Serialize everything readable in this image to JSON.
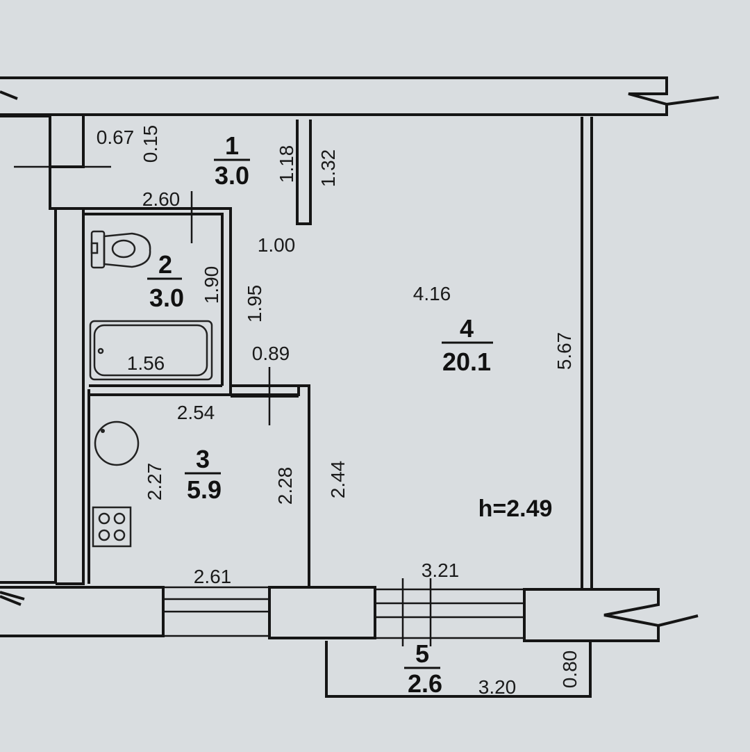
{
  "rooms": [
    {
      "number": "1",
      "area": "3.0"
    },
    {
      "number": "2",
      "area": "3.0"
    },
    {
      "number": "3",
      "area": "5.9"
    },
    {
      "number": "4",
      "area": "20.1"
    },
    {
      "number": "5",
      "area": "2.6"
    }
  ],
  "dimensions": {
    "d_067": "0.67",
    "d_015": "0.15",
    "d_118": "1.18",
    "d_132": "1.32",
    "d_260": "2.60",
    "d_100": "1.00",
    "d_190": "1.90",
    "d_195": "1.95",
    "d_156": "1.56",
    "d_089": "0.89",
    "d_416": "4.16",
    "d_567": "5.67",
    "d_254": "2.54",
    "d_227": "2.27",
    "d_228": "2.28",
    "d_244": "2.44",
    "d_261": "2.61",
    "d_321": "3.21",
    "d_320": "3.20",
    "d_080": "0.80"
  },
  "ceiling_height": "h=2.49",
  "icons": [
    "toilet-icon",
    "bathtub-icon",
    "sink-icon",
    "stove-icon"
  ],
  "colors": {
    "paper": "#d9dde0",
    "ink": "#151515"
  }
}
